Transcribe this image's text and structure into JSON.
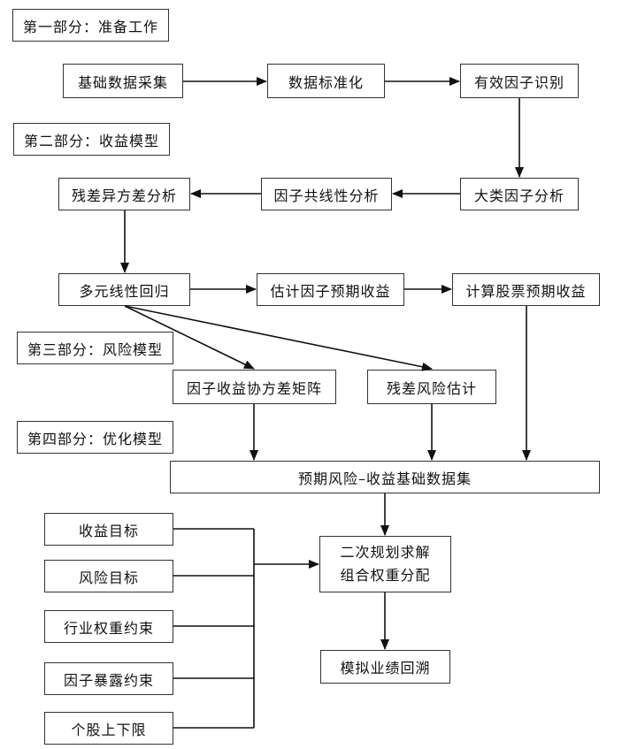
{
  "sections": {
    "part1": "第一部分：准备工作",
    "part2": "第二部分：收益模型",
    "part3": "第三部分：风险模型",
    "part4": "第四部分：优化模型"
  },
  "nodes": {
    "basic_data_collection": "基础数据采集",
    "data_standardization": "数据标准化",
    "effective_factor_identification": "有效因子识别",
    "major_factor_analysis": "大类因子分析",
    "factor_collinearity_analysis": "因子共线性分析",
    "residual_heteroscedasticity_analysis": "残差异方差分析",
    "multiple_linear_regression": "多元线性回归",
    "estimate_factor_expected_return": "估计因子预期收益",
    "compute_stock_expected_return": "计算股票预期收益",
    "factor_return_covariance_matrix": "因子收益协方差矩阵",
    "residual_risk_estimation": "残差风险估计",
    "expected_risk_return_dataset": "预期风险–收益基础数据集",
    "quadratic_programming_line1": "二次规划求解",
    "quadratic_programming_line2": "组合权重分配",
    "simulated_performance_backtest": "模拟业绩回溯"
  },
  "constraints": [
    "收益目标",
    "风险目标",
    "行业权重约束",
    "因子暴露约束",
    "个股上下限"
  ]
}
